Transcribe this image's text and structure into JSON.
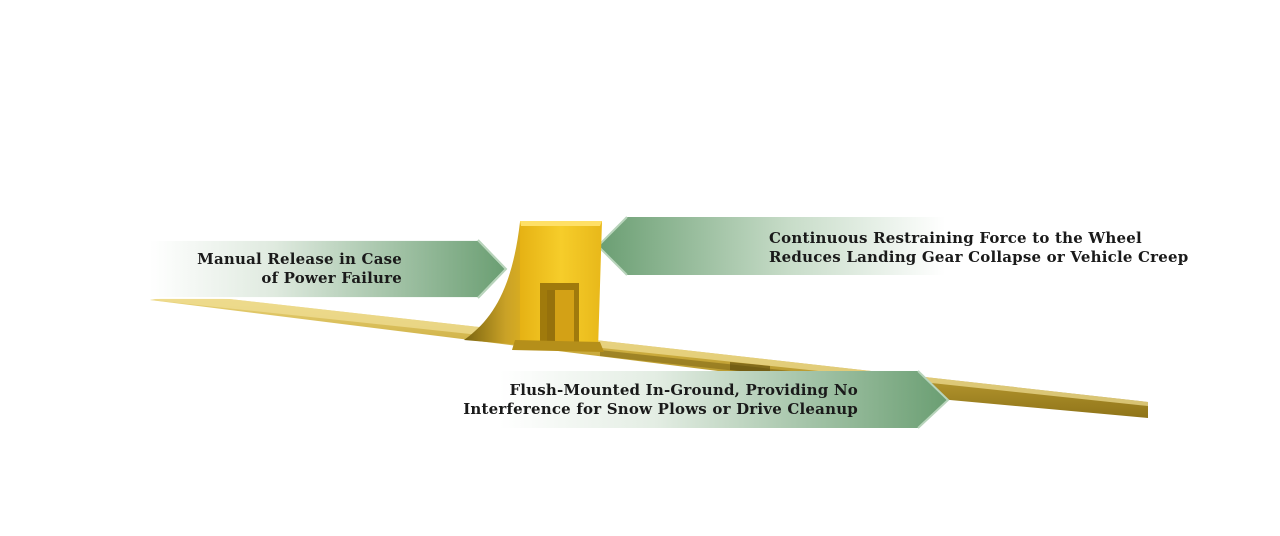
{
  "callouts": {
    "manual_release": {
      "line1": "Manual Release in Case",
      "line2": "of Power Failure"
    },
    "restraining_force": {
      "line1": "Continuous Restraining Force to the Wheel",
      "line2": "Reduces Landing Gear Collapse or Vehicle Creep"
    },
    "flush_mounted": {
      "line1": "Flush-Mounted In-Ground, Providing No",
      "line2": "Interference for Snow Plows or Drive Cleanup"
    }
  },
  "colors": {
    "arrow_green": "#6a9e72",
    "arrow_edge": "#b8d4bb",
    "track_gold": "#c9a93a",
    "chock_yellow": "#f2c41e",
    "text": "#1a1a1a"
  }
}
